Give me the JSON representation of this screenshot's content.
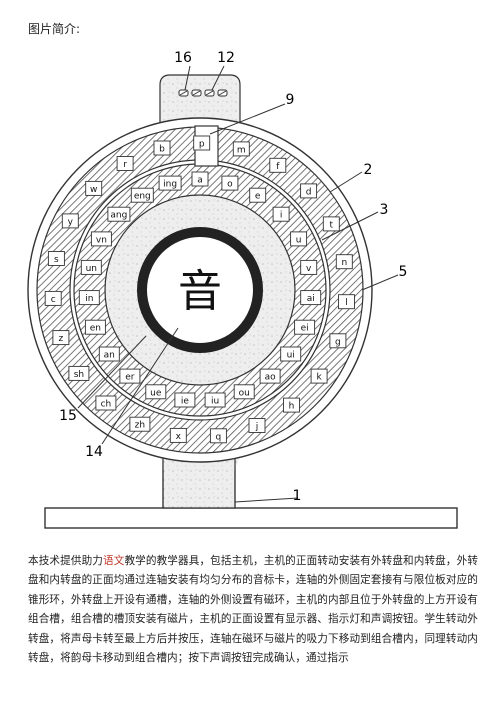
{
  "heading": "图片简介:",
  "figure": {
    "center_char": "音",
    "outer_cards": [
      "b",
      "p",
      "m",
      "f",
      "d",
      "t",
      "n",
      "l",
      "g",
      "k",
      "h",
      "j",
      "q",
      "x",
      "zh",
      "ch",
      "sh",
      "z",
      "c",
      "s",
      "y",
      "w",
      "r"
    ],
    "inner_cards": [
      "a",
      "o",
      "e",
      "i",
      "u",
      "v",
      "ai",
      "ei",
      "ui",
      "ao",
      "ou",
      "iu",
      "ie",
      "ue",
      "er",
      "an",
      "en",
      "in",
      "un",
      "vn",
      "ang",
      "eng",
      "ing"
    ],
    "callouts": [
      "16",
      "12",
      "9",
      "2",
      "3",
      "5",
      "1",
      "15",
      "14"
    ]
  },
  "paragraph": {
    "before_accent": "本技术提供助力",
    "accent": "语文",
    "after_accent": "教学的教学器具，包括主机，主机的正面转动安装有外转盘和内转盘，外转盘和内转盘的正面均通过连轴安装有均匀分布的音标卡，连轴的外侧固定套接有与限位板对应的锥形环，外转盘上开设有通槽，连轴的外侧设置有磁环，主机的内部且位于外转盘的上方开设有组合槽，组合槽的槽顶安装有磁片，主机的正面设置有显示器、指示灯和声调按钮。学生转动外转盘，将声母卡转至最上方后并按压，连轴在磁环与磁片的吸力下移动到组合槽内，同理转动内转盘，将韵母卡移动到组合槽内；按下声调按钮完成确认，通过指示"
  },
  "colors": {
    "accent": "#c0392b"
  }
}
